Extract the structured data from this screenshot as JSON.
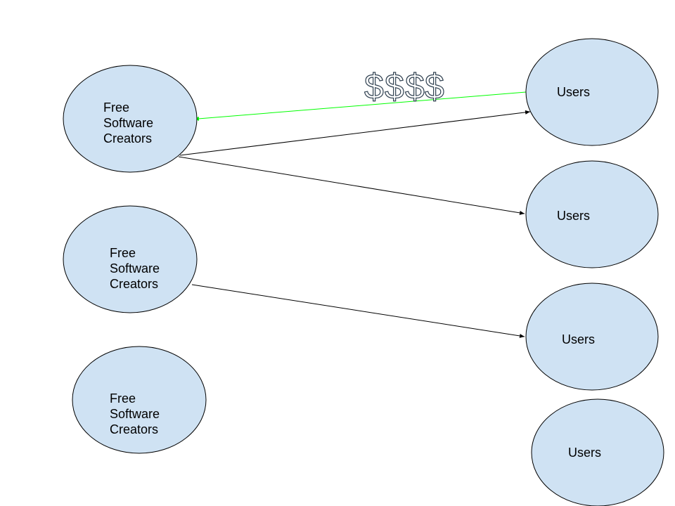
{
  "colors": {
    "node_fill": "#cfe2f3",
    "node_stroke": "#000000",
    "arrow_default": "#000000",
    "arrow_payment": "#00ff00",
    "dollar_outline": "#2e3f4f"
  },
  "creators": [
    {
      "lines": [
        "Free",
        "Software",
        "Creators"
      ]
    },
    {
      "lines": [
        "Free",
        "Software",
        "Creators"
      ]
    },
    {
      "lines": [
        "Free",
        "Software",
        "Creators"
      ]
    }
  ],
  "users": [
    {
      "label": "Users"
    },
    {
      "label": "Users"
    },
    {
      "label": "Users"
    },
    {
      "label": "Users"
    }
  ],
  "payment_symbols": [
    "$",
    "$",
    "$",
    "$"
  ],
  "arrows": [
    {
      "from": "users-0",
      "to": "creators-0",
      "kind": "payment"
    },
    {
      "from": "creators-0",
      "to": "users-0",
      "kind": "default"
    },
    {
      "from": "creators-0",
      "to": "users-1",
      "kind": "default"
    },
    {
      "from": "creators-1",
      "to": "users-2",
      "kind": "default"
    }
  ]
}
